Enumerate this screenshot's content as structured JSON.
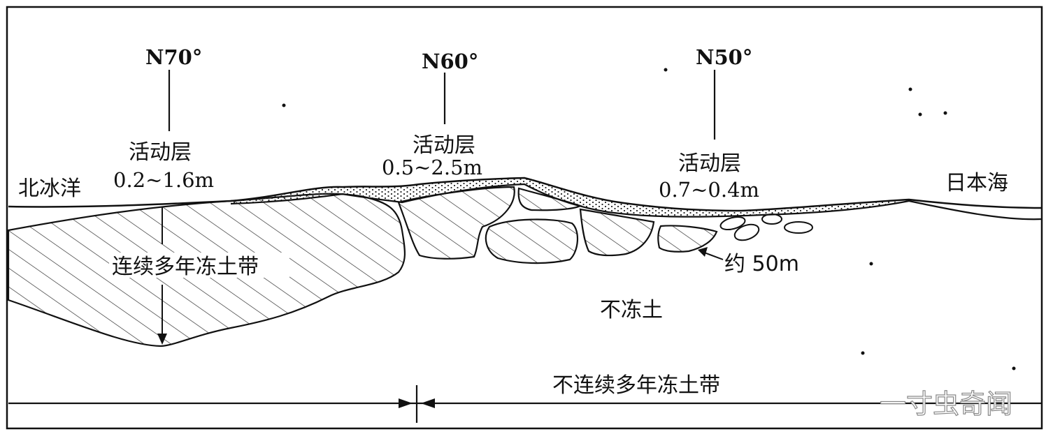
{
  "latitudes": [
    {
      "label": "N70°"
    },
    {
      "label": "N60°"
    },
    {
      "label": "N50°"
    }
  ],
  "active_layers": [
    {
      "title": "活动层",
      "depth": "0.2~1.6m"
    },
    {
      "title": "活动层",
      "depth": "0.5~2.5m"
    },
    {
      "title": "活动层",
      "depth": "0.7~0.4m"
    }
  ],
  "seas": {
    "left": "北冰洋",
    "right": "日本海"
  },
  "zones": {
    "continuous": "连续多年冻土带",
    "discontinuous": "不连续多年冻土带",
    "unfrozen": "不冻土",
    "small_patch": "约 50m"
  },
  "watermark": "一寸虫奇闻",
  "colors": {
    "line": "#111111",
    "background": "#ffffff"
  }
}
